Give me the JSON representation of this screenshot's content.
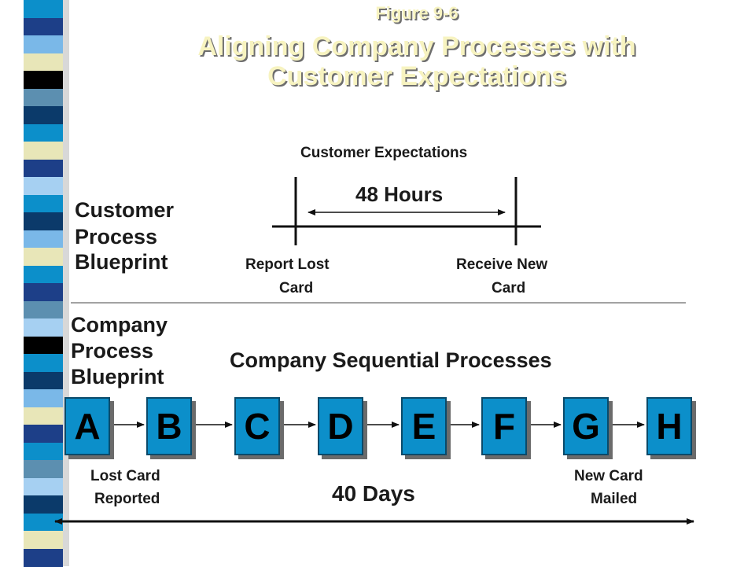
{
  "title": {
    "figure_label": "Figure 9-6",
    "line1": "Aligning Company Processes with",
    "line2": "Customer Expectations"
  },
  "customer": {
    "heading": "Customer Expectations",
    "duration": "48 Hours",
    "blueprint_label": [
      "Customer",
      "Process",
      "Blueprint"
    ],
    "start_label": [
      "Report Lost",
      "Card"
    ],
    "end_label": [
      "Receive New",
      "Card"
    ]
  },
  "company": {
    "blueprint_label": [
      "Company",
      "Process",
      "Blueprint"
    ],
    "heading": "Company Sequential Processes",
    "steps": [
      "A",
      "B",
      "C",
      "D",
      "E",
      "F",
      "G",
      "H"
    ],
    "start_label": [
      "Lost Card",
      "Reported"
    ],
    "end_label": [
      "New Card",
      "Mailed"
    ],
    "duration": "40 Days"
  },
  "colors": {
    "step_box": "#0c8fca",
    "title_text": "#f7f3c0",
    "stripe": [
      "#0c8fca",
      "#1d3f88",
      "#7ab8e8",
      "#e8e6b8",
      "#000000",
      "#5c8fb0",
      "#0b3a6a",
      "#a6d0f2"
    ]
  }
}
